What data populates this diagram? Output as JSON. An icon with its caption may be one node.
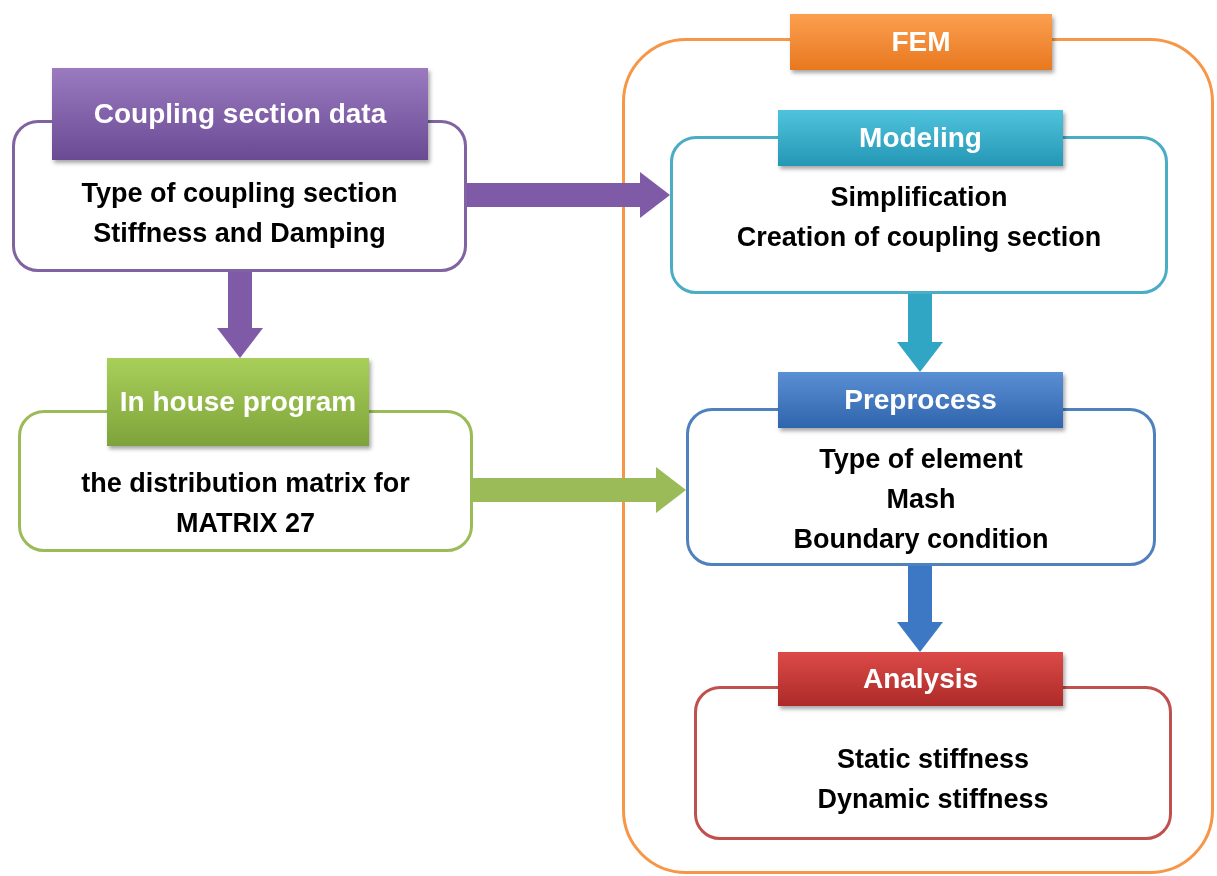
{
  "diagram": {
    "nodes": [
      {
        "text": [
          "Coupling section data",
          "Type of coupling section",
          "Stiffness and Damping"
        ]
      },
      {
        "text": [
          "In house program",
          "the distribution matrix for MATRIX 27"
        ]
      },
      {
        "text": [
          "FEM"
        ]
      },
      {
        "text": [
          "Modeling",
          "Simplification",
          "Creation of coupling section"
        ],
        "in": 2
      },
      {
        "text": [
          "Preprocess",
          "Type of element",
          "Mash",
          "Boundary condition"
        ],
        "in": 2
      },
      {
        "text": [
          "Analysis",
          "Static stiffness",
          "Dynamic stiffness"
        ],
        "in": 2
      }
    ],
    "edges": [
      {
        "from": 0,
        "to": 3,
        "arrow": "to",
        "color": "#7f5aa6"
      },
      {
        "from": 0,
        "to": 1,
        "arrow": "to",
        "color": "#7f5aa6"
      },
      {
        "from": 1,
        "to": 4,
        "arrow": "to",
        "color": "#9bbb59"
      },
      {
        "from": 3,
        "to": 4,
        "arrow": "to",
        "color": "#31a5c4"
      },
      {
        "from": 4,
        "to": 5,
        "arrow": "to",
        "color": "#3d78c4"
      }
    ]
  }
}
